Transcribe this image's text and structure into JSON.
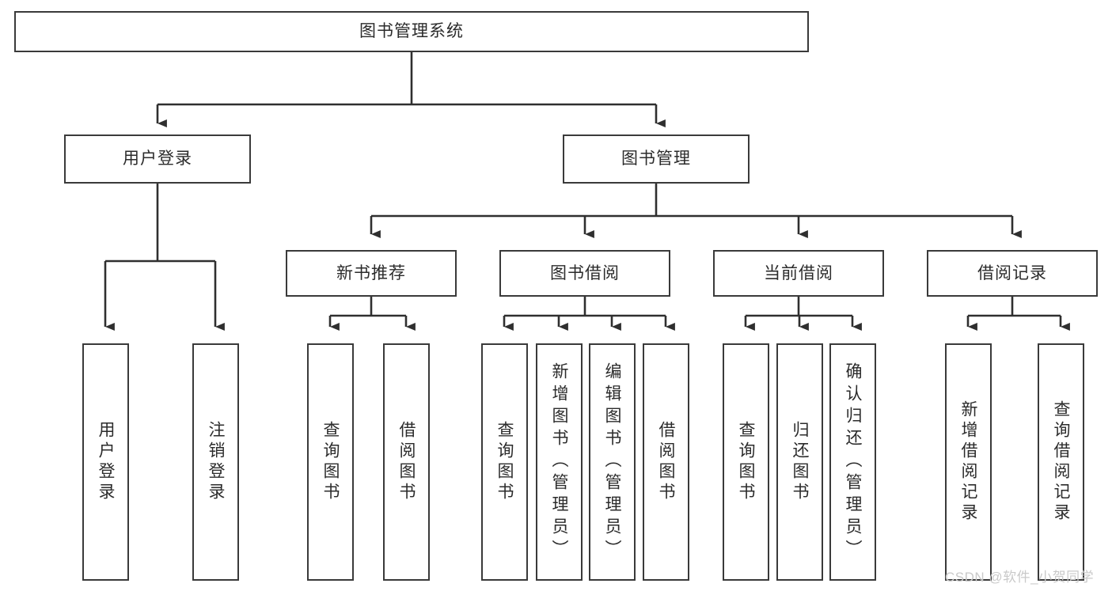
{
  "diagram": {
    "title": "图书管理系统",
    "watermark": "CSDN @软件_小贺同学",
    "colors": {
      "box_border": "#3a3a3a",
      "connector": "#2f2f2f",
      "text": "#2b2b2b",
      "background": "#ffffff",
      "watermark": "#c9c9c9"
    },
    "root": {
      "label": "图书管理系统"
    },
    "level2": [
      {
        "label": "用户登录"
      },
      {
        "label": "图书管理"
      }
    ],
    "level3": [
      {
        "label": "新书推荐"
      },
      {
        "label": "图书借阅"
      },
      {
        "label": "当前借阅"
      },
      {
        "label": "借阅记录"
      }
    ],
    "leaves": {
      "user_login": [
        {
          "label": "用户登录"
        },
        {
          "label": "注销登录"
        }
      ],
      "new_book_recommend": [
        {
          "label": "查询图书"
        },
        {
          "label": "借阅图书"
        }
      ],
      "book_borrow": [
        {
          "label": "查询图书"
        },
        {
          "label": "新增图书（管理员）"
        },
        {
          "label": "编辑图书（管理员）"
        },
        {
          "label": "借阅图书"
        }
      ],
      "current_borrow": [
        {
          "label": "查询图书"
        },
        {
          "label": "归还图书"
        },
        {
          "label": "确认归还（管理员）"
        }
      ],
      "borrow_record": [
        {
          "label": "新增借阅记录"
        },
        {
          "label": "查询借阅记录"
        }
      ]
    }
  }
}
